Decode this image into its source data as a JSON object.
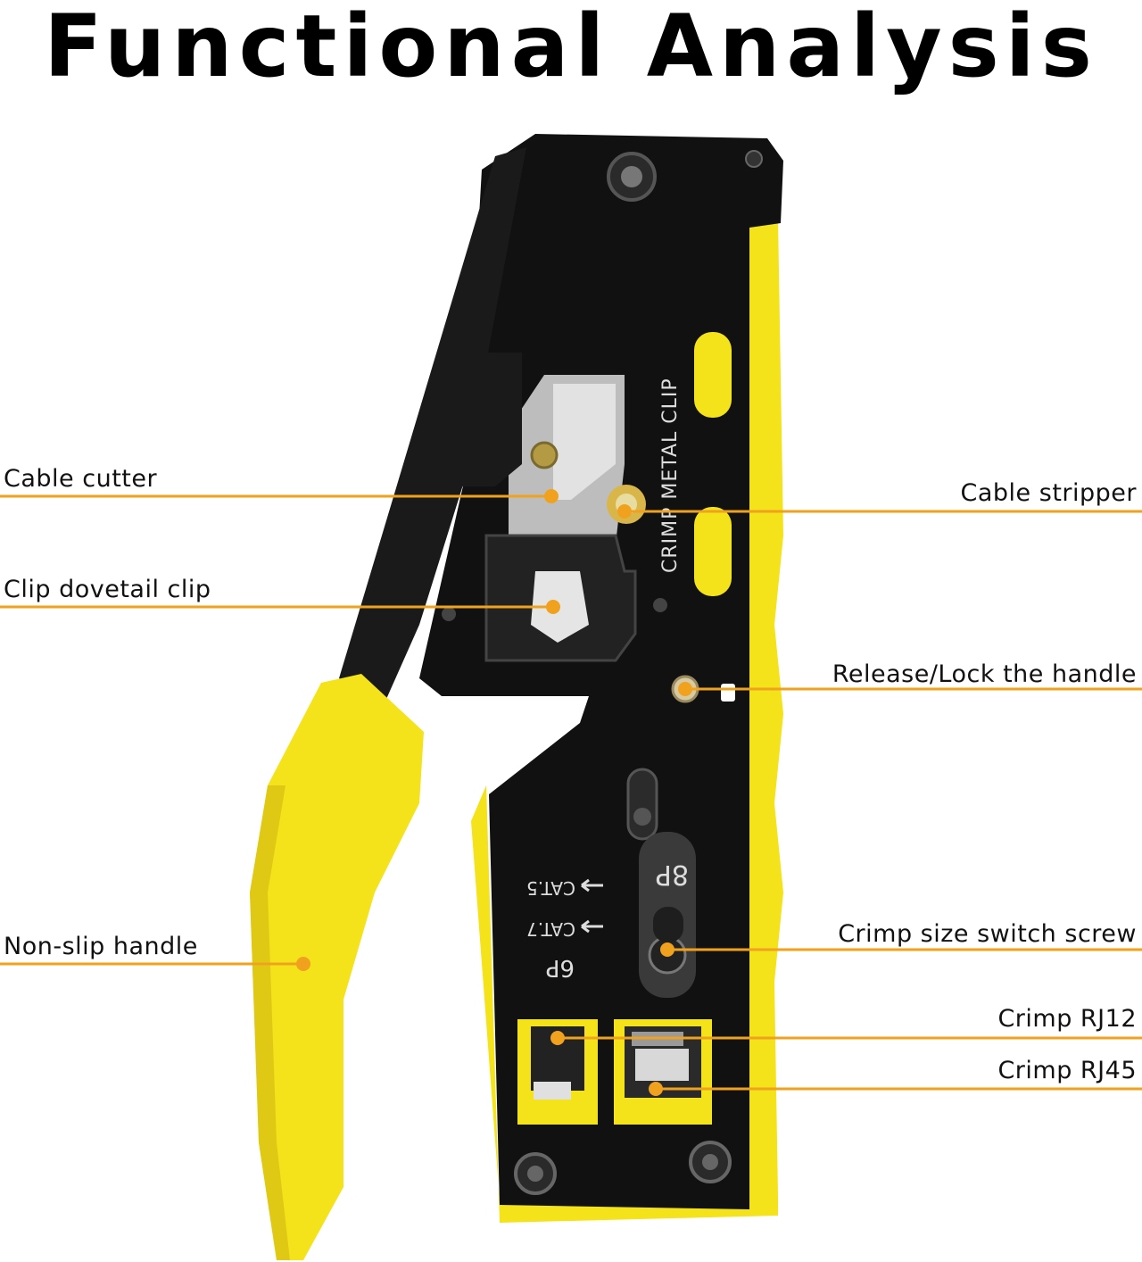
{
  "title": "Functional Analysis",
  "tool_markings": {
    "crimp_metal_clip": "CRIMP METAL CLIP",
    "cat5": "CAT.5",
    "cat7": "CAT.7",
    "p8": "8P",
    "p6": "6P"
  },
  "callouts": [
    {
      "id": "cable-cutter",
      "label": "Cable cutter",
      "side": "left"
    },
    {
      "id": "clip-dovetail-clip",
      "label": "Clip dovetail clip",
      "side": "left"
    },
    {
      "id": "non-slip-handle",
      "label": "Non-slip handle",
      "side": "left"
    },
    {
      "id": "cable-stripper",
      "label": "Cable stripper",
      "side": "right"
    },
    {
      "id": "release-lock-handle",
      "label": "Release/Lock the handle",
      "side": "right"
    },
    {
      "id": "crimp-size-switch-screw",
      "label": "Crimp size switch screw",
      "side": "right"
    },
    {
      "id": "crimp-rj12",
      "label": "Crimp RJ12",
      "side": "right"
    },
    {
      "id": "crimp-rj45",
      "label": "Crimp RJ45",
      "side": "right"
    }
  ],
  "colors": {
    "leader": "#f0a21e",
    "dot": "#f0a21e",
    "yellow": "#f4e21a",
    "black": "#111111"
  }
}
